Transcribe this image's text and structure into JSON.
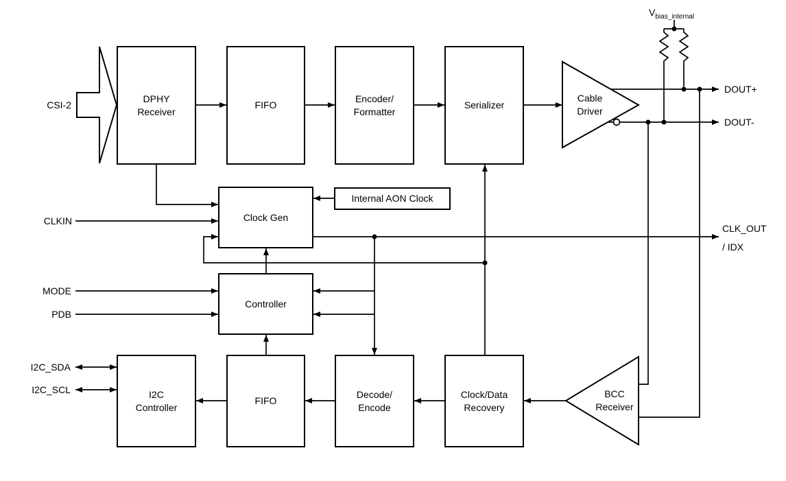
{
  "blocks": {
    "dphy": "DPHY\nReceiver",
    "fifo_top": "FIFO",
    "encoder": "Encoder/\nFormatter",
    "serializer": "Serializer",
    "cable_driver": "Cable\nDriver",
    "clock_gen": "Clock Gen",
    "aon_clock": "Internal AON Clock",
    "controller": "Controller",
    "i2c": "I2C\nController",
    "fifo_bottom": "FIFO",
    "decode": "Decode/\nEncode",
    "cdr": "Clock/Data\nRecovery",
    "bcc": "BCC\nReceiver"
  },
  "ports": {
    "csi2": "CSI-2",
    "clkin": "CLKIN",
    "mode": "MODE",
    "pdb": "PDB",
    "i2c_sda": "I2C_SDA",
    "i2c_scl": "I2C_SCL",
    "dout_p": "DOUT+",
    "dout_n": "DOUT-",
    "clk_out": "CLK_OUT\n/ IDX",
    "vbias_main": "V",
    "vbias_sub": "bias_internal"
  },
  "colors": {
    "line": "#000000",
    "background": "#ffffff"
  }
}
